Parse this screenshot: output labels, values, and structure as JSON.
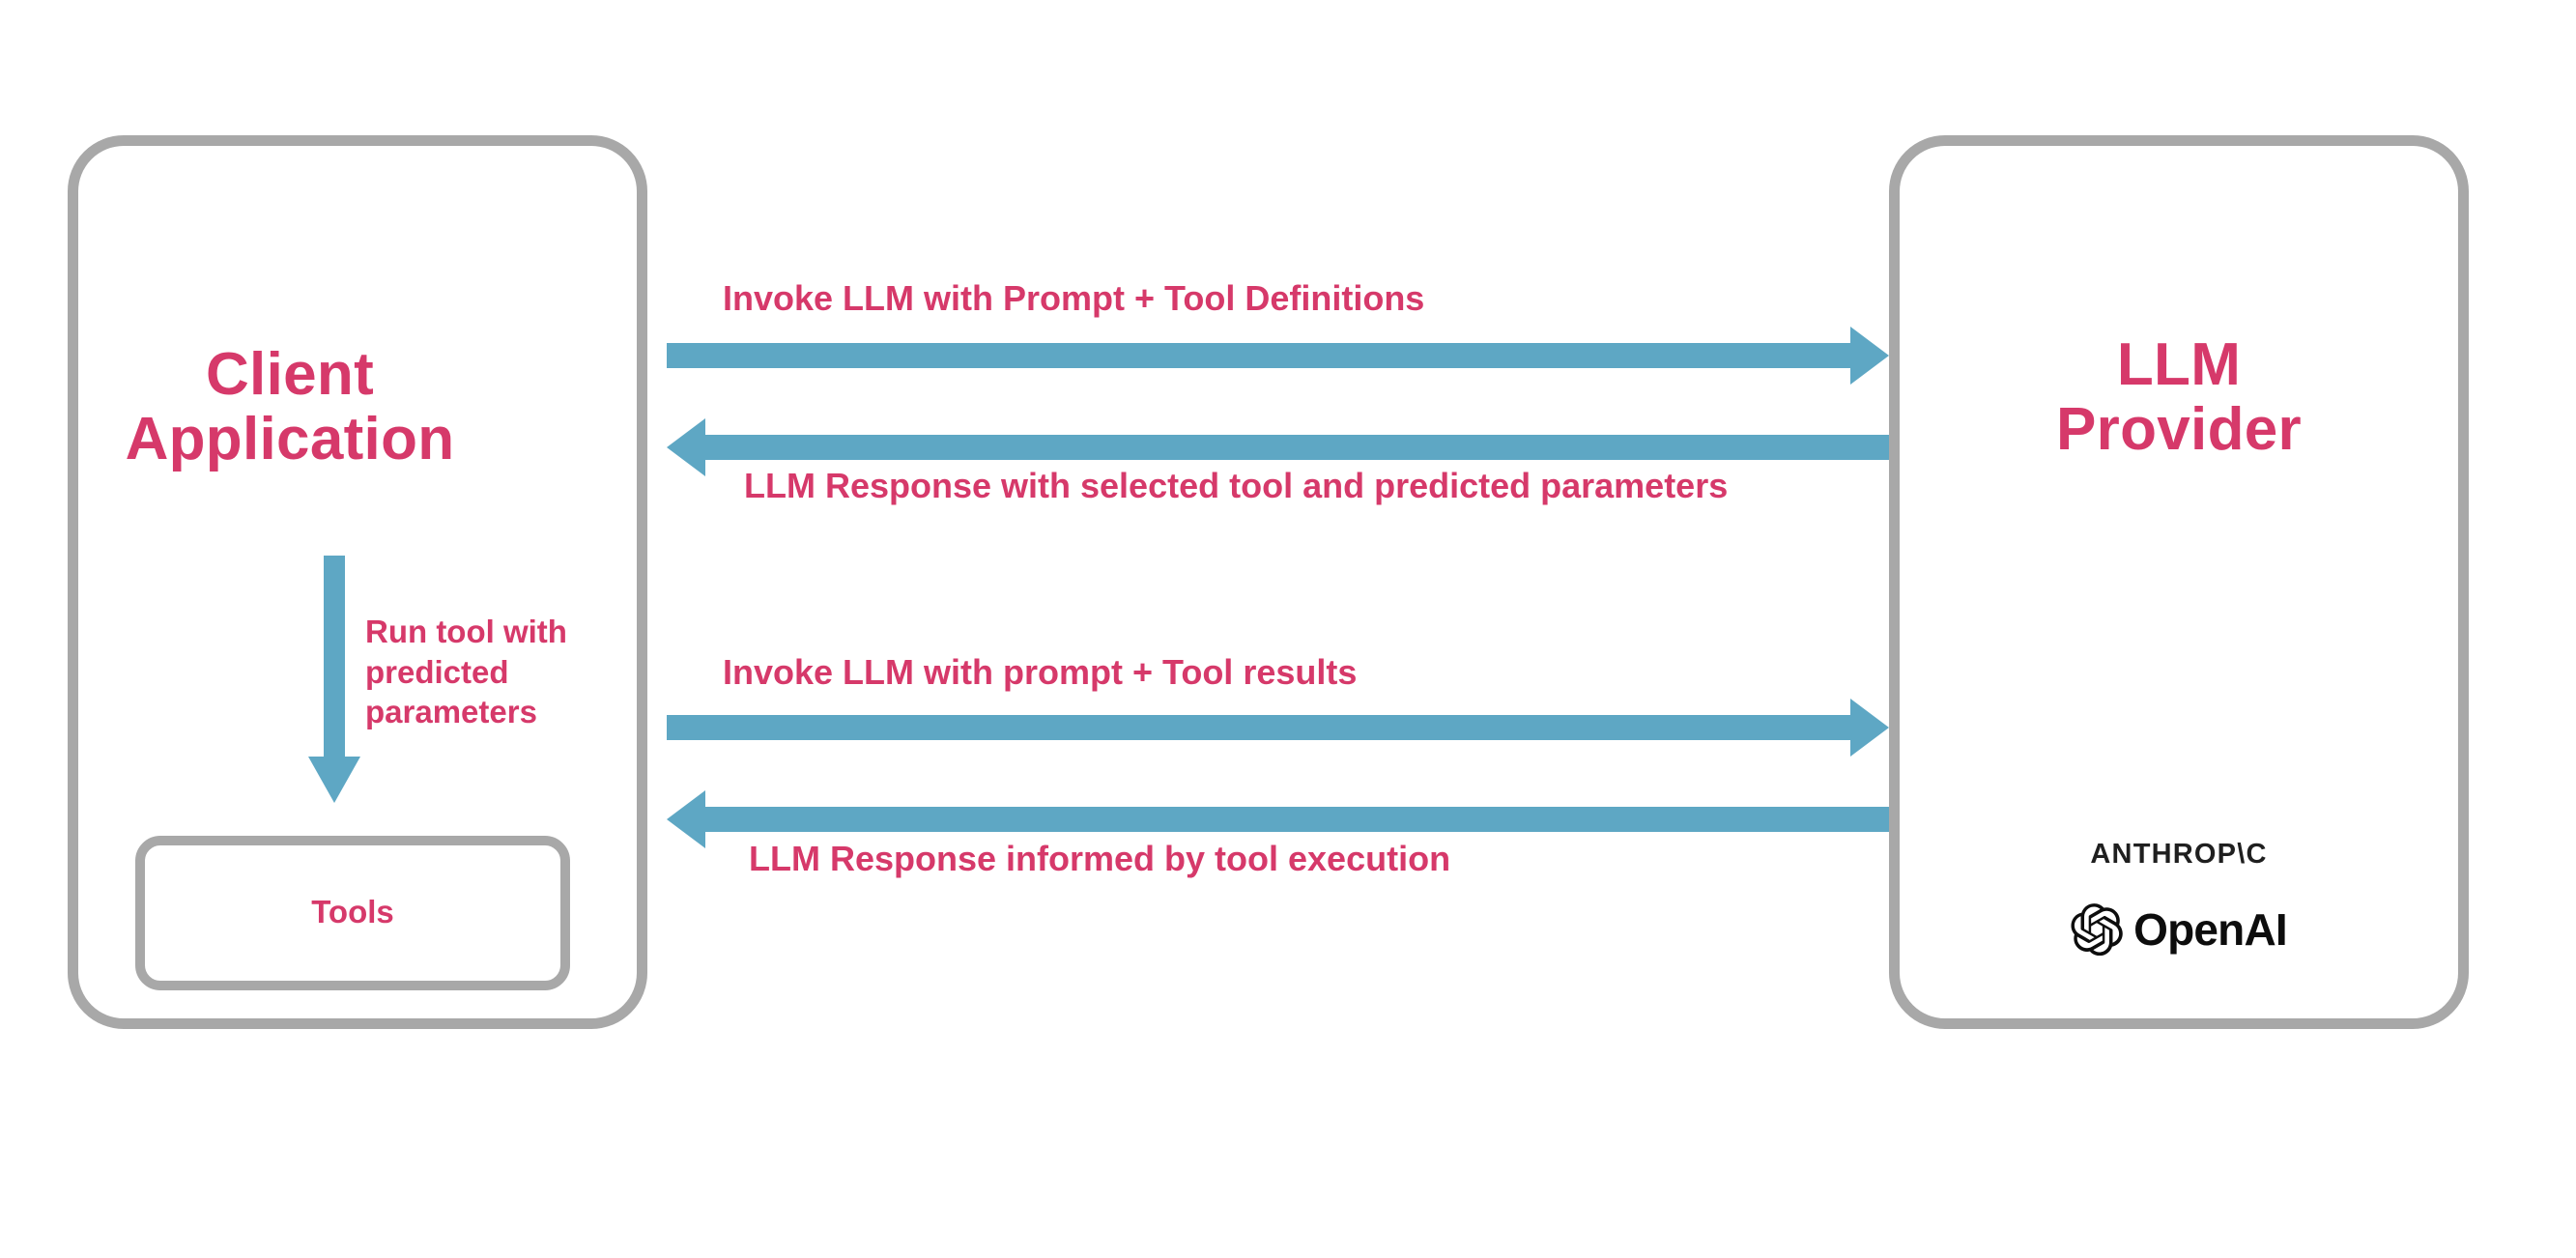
{
  "diagram": {
    "title": "LLM tool-calling sequence between client application and LLM provider",
    "colors": {
      "accent_text": "#d6396a",
      "arrow": "#5ea7c4",
      "box_border": "#a8a8a8",
      "logo_text": "#1f1f1f",
      "background": "#ffffff"
    },
    "nodes": {
      "client": {
        "title": "Client\nApplication",
        "title_line1": "Client",
        "title_line2": "Application",
        "inner": {
          "tools_label": "Tools"
        }
      },
      "provider": {
        "title_line1": "LLM",
        "title_line2": "Provider",
        "logos": [
          {
            "name": "anthropic-logo",
            "text": "ANTHROP\\C"
          },
          {
            "name": "openai-logo",
            "text": "OpenAI",
            "icon": "openai-knot-icon"
          }
        ]
      }
    },
    "edges": [
      {
        "id": "invoke-tools",
        "label": "Invoke LLM with Prompt + Tool Definitions",
        "direction": "right",
        "from": "client",
        "to": "provider"
      },
      {
        "id": "llm-response-tools",
        "label": "LLM Response with selected tool and predicted parameters",
        "direction": "left",
        "from": "provider",
        "to": "client"
      },
      {
        "id": "invoke-results",
        "label": "Invoke LLM with prompt + Tool results",
        "direction": "right",
        "from": "client",
        "to": "provider"
      },
      {
        "id": "llm-response-exec",
        "label": "LLM Response informed by tool execution",
        "direction": "left",
        "from": "provider",
        "to": "client"
      },
      {
        "id": "run-tool",
        "label": "Run tool with predicted parameters",
        "direction": "down",
        "from": "client",
        "to": "tools"
      }
    ]
  }
}
